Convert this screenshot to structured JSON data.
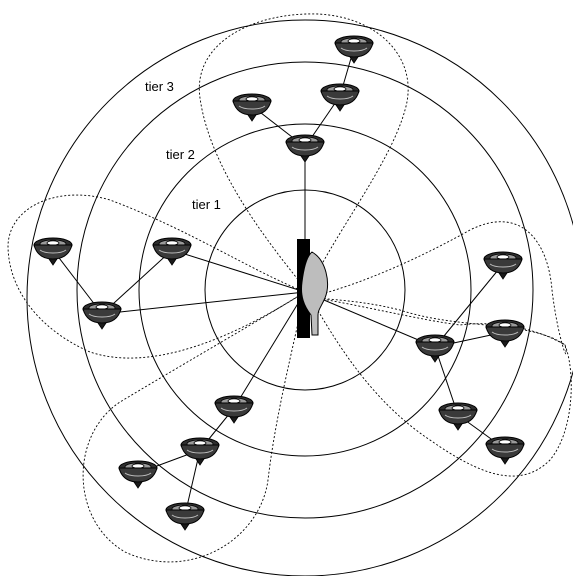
{
  "labels": {
    "tier1": "tier 1",
    "tier2": "tier 2",
    "tier3": "tier 3"
  },
  "icons": {
    "node": "wireless-node-icon",
    "access_point": "access-point-icon"
  },
  "colors": {
    "line": "#000000",
    "node_body": "#3a3a3a",
    "node_highlight": "#9a9a9a",
    "access_point_panel": "#000000",
    "access_point_antenna": "#bdbdbd"
  }
}
